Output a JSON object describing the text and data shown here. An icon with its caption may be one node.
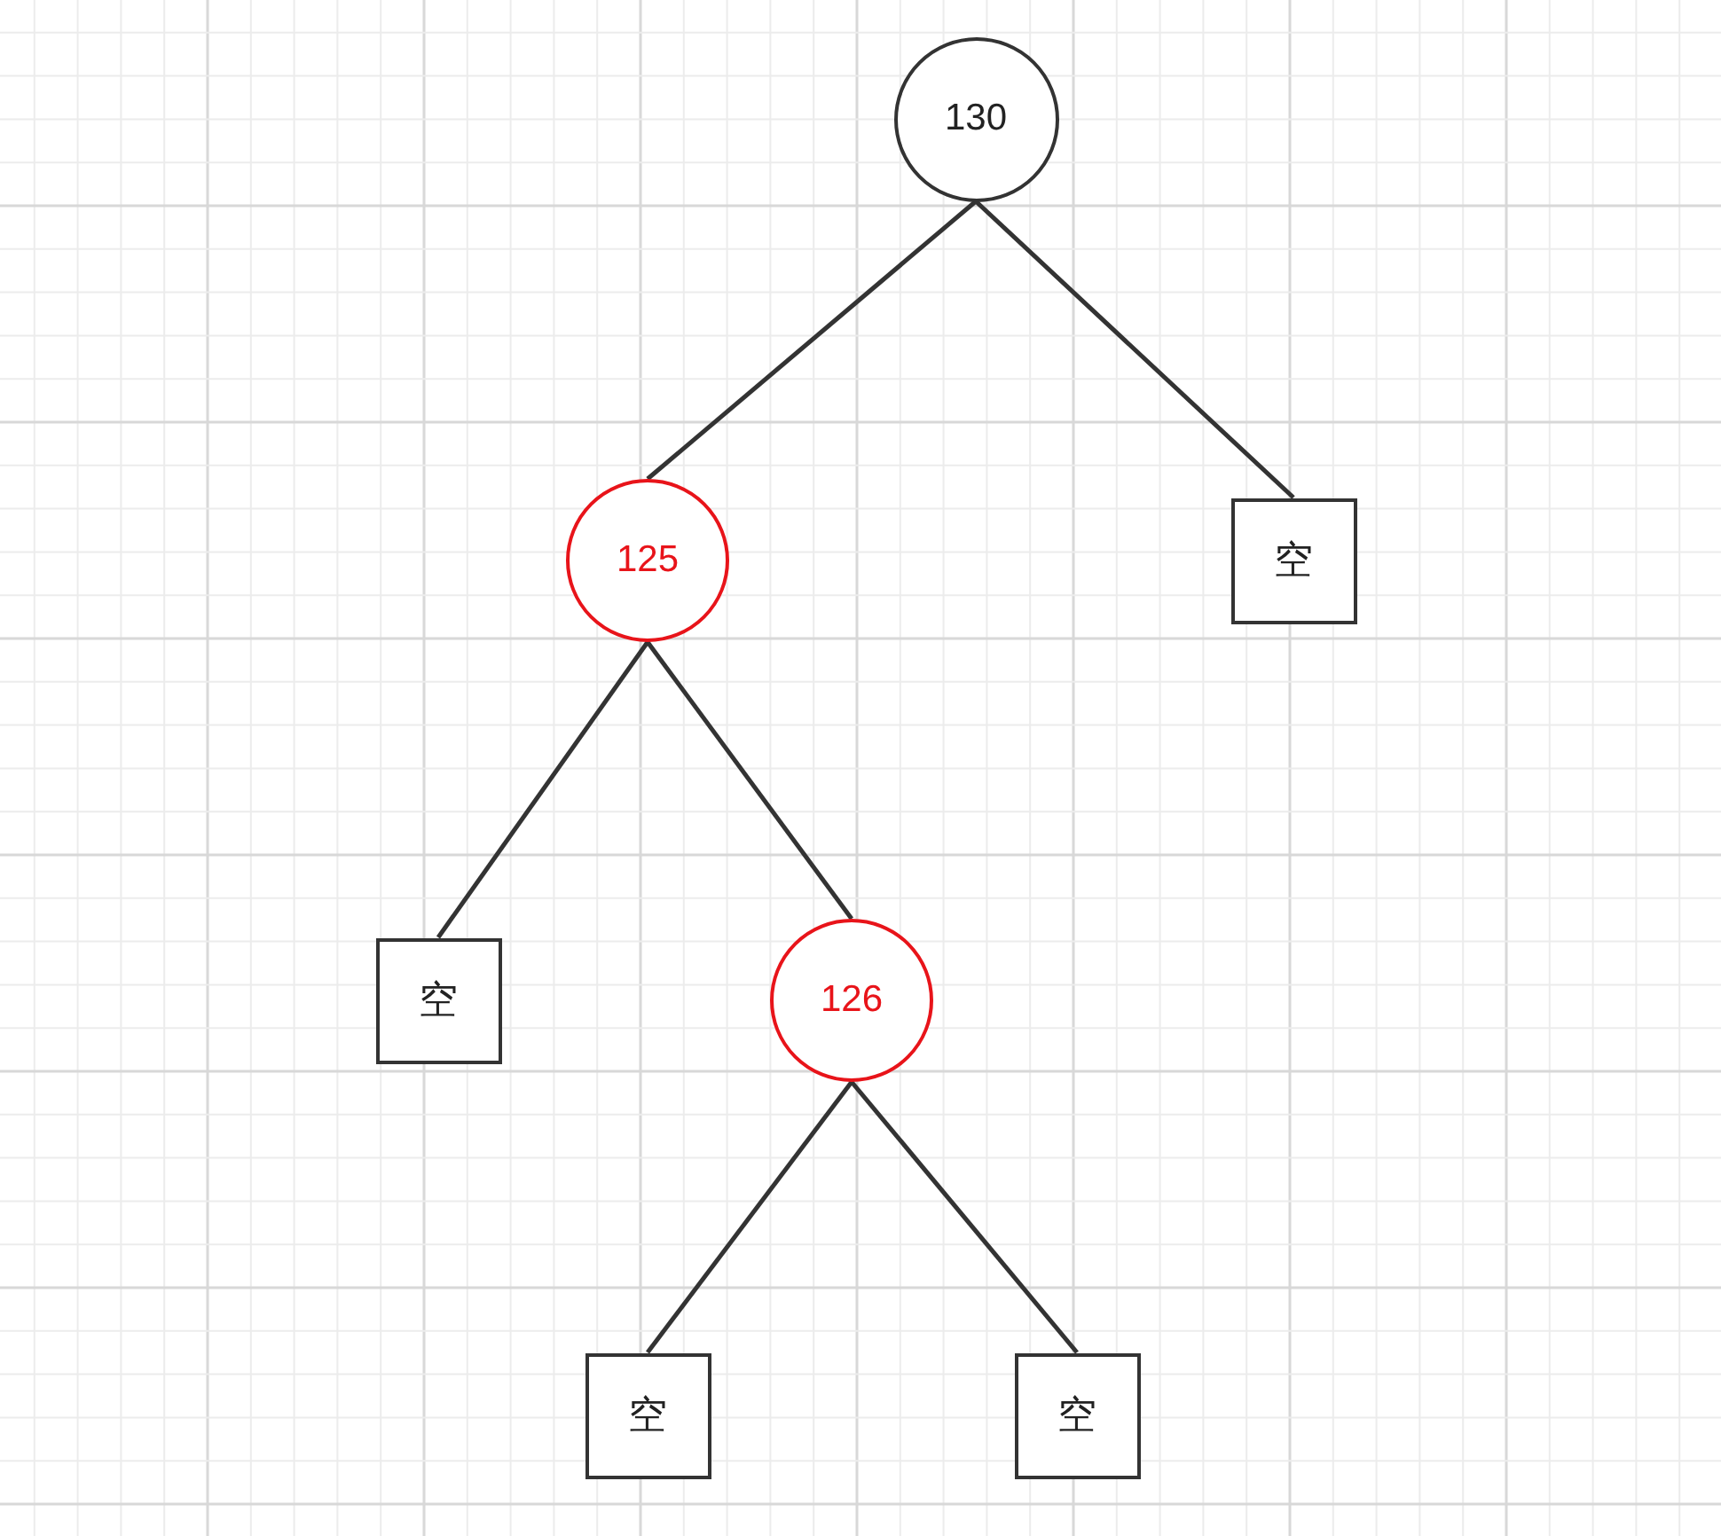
{
  "diagram": {
    "nodes": [
      {
        "text": [
          "130"
        ]
      },
      {
        "text": [
          "125"
        ]
      },
      {
        "text": [
          "空"
        ]
      },
      {
        "text": [
          "空"
        ]
      },
      {
        "text": [
          "126"
        ]
      },
      {
        "text": [
          "空"
        ]
      },
      {
        "text": [
          "空"
        ]
      }
    ],
    "edges": [
      {
        "from": 0,
        "to": 1,
        "arrow": "none"
      },
      {
        "from": 0,
        "to": 2,
        "arrow": "none"
      },
      {
        "from": 1,
        "to": 3,
        "arrow": "none"
      },
      {
        "from": 1,
        "to": 4,
        "arrow": "none"
      },
      {
        "from": 4,
        "to": 5,
        "arrow": "none"
      },
      {
        "from": 4,
        "to": 6,
        "arrow": "none"
      }
    ]
  }
}
